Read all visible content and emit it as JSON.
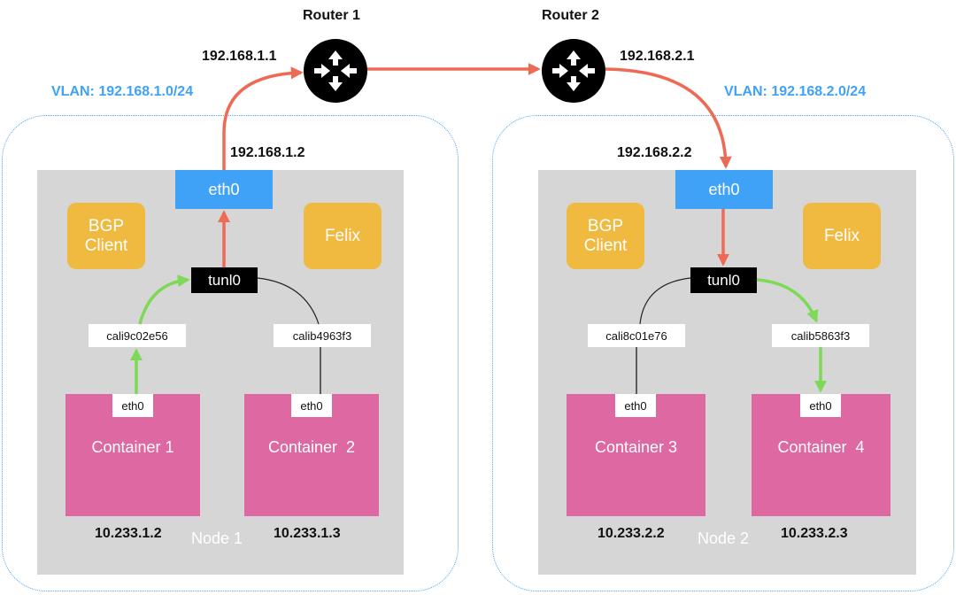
{
  "routers": [
    {
      "name": "Router 1",
      "icon": "router-icon"
    },
    {
      "name": "Router 2",
      "icon": "router-icon"
    }
  ],
  "router_ips": [
    "192.168.1.1",
    "192.168.2.1"
  ],
  "vlans": [
    "VLAN: 192.168.1.0/24",
    "VLAN: 192.168.2.0/24"
  ],
  "host_ips": [
    "192.168.1.2",
    "192.168.2.2"
  ],
  "colors": {
    "vlan_border": "#4aa3f0",
    "eth0_host": "#3fa2f7",
    "agent": "#efba3f",
    "container": "#de68a2",
    "node_bg": "#d6d6d6",
    "underlay_path": "#ee6a55",
    "container_path": "#7ed957"
  },
  "nodes": [
    {
      "name": "Node 1",
      "eth0": "eth0",
      "bgp_client": "BGP\nClient",
      "felix": "Felix",
      "tunl0": "tunl0",
      "interfaces": [
        "cali9c02e56",
        "calib4963f3"
      ],
      "containers": [
        {
          "name": "Container 1",
          "eth": "eth0",
          "ip": "10.233.1.2"
        },
        {
          "name": "Container  2",
          "eth": "eth0",
          "ip": "10.233.1.3"
        }
      ]
    },
    {
      "name": "Node 2",
      "eth0": "eth0",
      "bgp_client": "BGP\nClient",
      "felix": "Felix",
      "tunl0": "tunl0",
      "interfaces": [
        "cali8c01e76",
        "calib5863f3"
      ],
      "containers": [
        {
          "name": "Container 3",
          "eth": "eth0",
          "ip": "10.233.2.2"
        },
        {
          "name": "Container  4",
          "eth": "eth0",
          "ip": "10.233.2.3"
        }
      ]
    }
  ]
}
